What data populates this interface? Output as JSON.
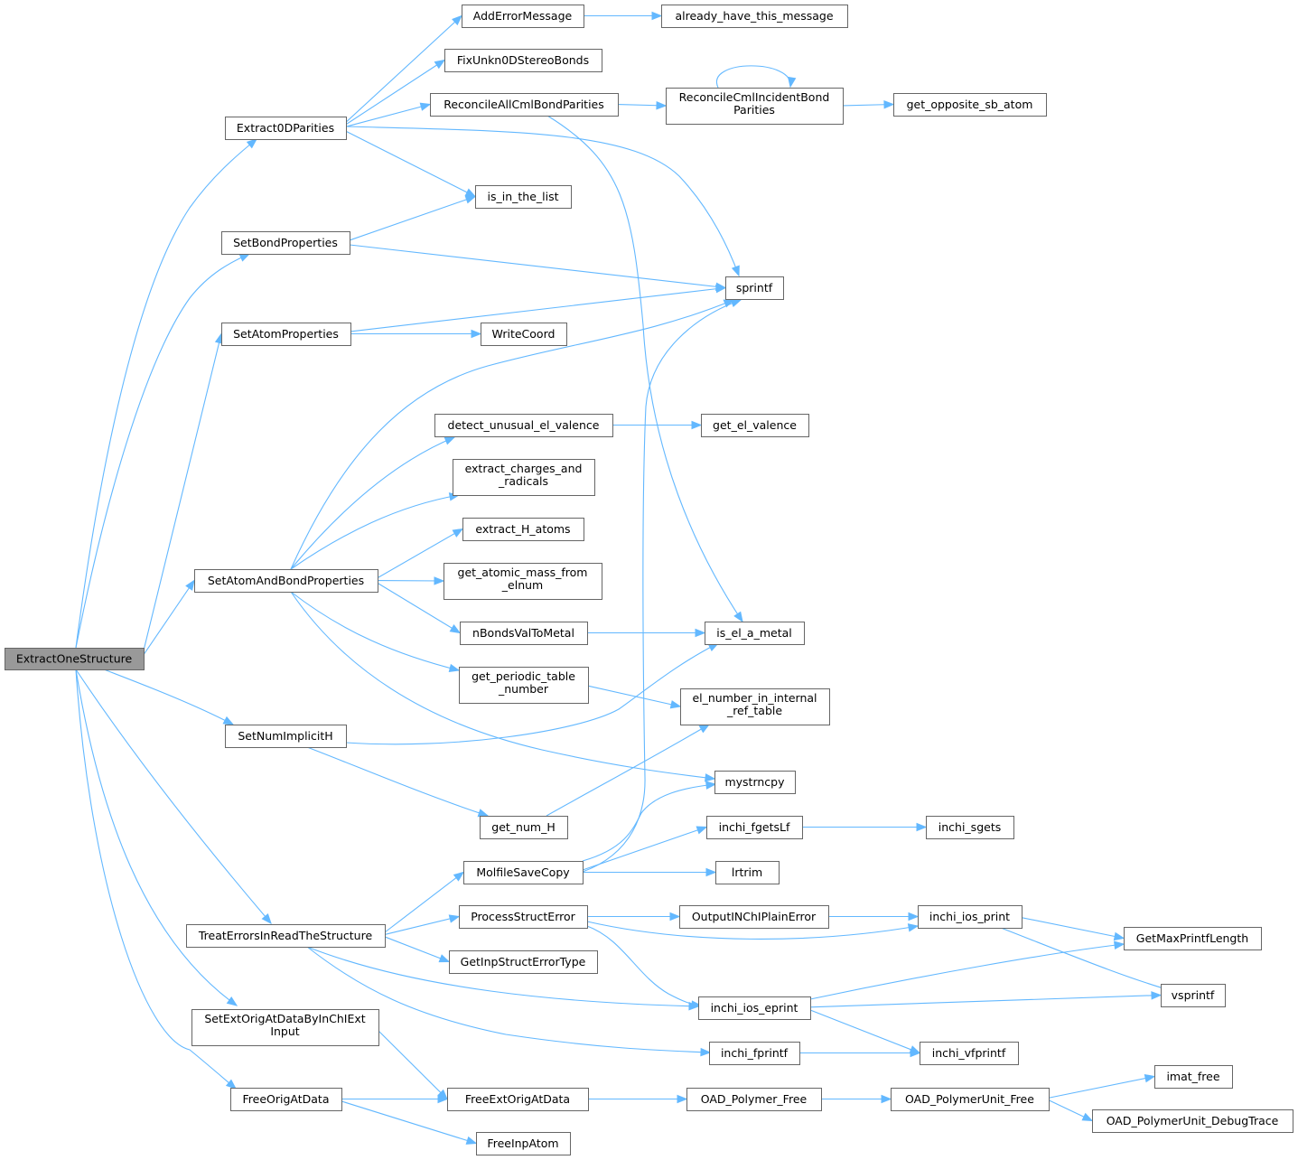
{
  "colors": {
    "edge": "#63b8ff",
    "node_border": "#666666",
    "root_fill": "#999999",
    "node_fill": "#ffffff"
  },
  "nodes": [
    {
      "id": "ExtractOneStructure",
      "lines": [
        "ExtractOneStructure"
      ],
      "root": true
    },
    {
      "id": "Extract0DParities",
      "lines": [
        "Extract0DParities"
      ]
    },
    {
      "id": "AddErrorMessage",
      "lines": [
        "AddErrorMessage"
      ]
    },
    {
      "id": "already_have_this_message",
      "lines": [
        "already_have_this_message"
      ]
    },
    {
      "id": "FixUnkn0DStereoBonds",
      "lines": [
        "FixUnkn0DStereoBonds"
      ]
    },
    {
      "id": "ReconcileAllCmlBondParities",
      "lines": [
        "ReconcileAllCmlBondParities"
      ]
    },
    {
      "id": "ReconcileCmlIncidentBondParities",
      "lines": [
        "ReconcileCmlIncidentBond",
        "Parities"
      ]
    },
    {
      "id": "get_opposite_sb_atom",
      "lines": [
        "get_opposite_sb_atom"
      ]
    },
    {
      "id": "is_in_the_list",
      "lines": [
        "is_in_the_list"
      ]
    },
    {
      "id": "SetBondProperties",
      "lines": [
        "SetBondProperties"
      ]
    },
    {
      "id": "sprintf",
      "lines": [
        "sprintf"
      ]
    },
    {
      "id": "SetAtomProperties",
      "lines": [
        "SetAtomProperties"
      ]
    },
    {
      "id": "WriteCoord",
      "lines": [
        "WriteCoord"
      ]
    },
    {
      "id": "detect_unusual_el_valence",
      "lines": [
        "detect_unusual_el_valence"
      ]
    },
    {
      "id": "get_el_valence",
      "lines": [
        "get_el_valence"
      ]
    },
    {
      "id": "extract_charges_and_radicals",
      "lines": [
        "extract_charges_and",
        "_radicals"
      ]
    },
    {
      "id": "extract_H_atoms",
      "lines": [
        "extract_H_atoms"
      ]
    },
    {
      "id": "SetAtomAndBondProperties",
      "lines": [
        "SetAtomAndBondProperties"
      ]
    },
    {
      "id": "get_atomic_mass_from_elnum",
      "lines": [
        "get_atomic_mass_from",
        "_elnum"
      ]
    },
    {
      "id": "nBondsValToMetal",
      "lines": [
        "nBondsValToMetal"
      ]
    },
    {
      "id": "is_el_a_metal",
      "lines": [
        "is_el_a_metal"
      ]
    },
    {
      "id": "get_periodic_table_number",
      "lines": [
        "get_periodic_table",
        "_number"
      ]
    },
    {
      "id": "el_number_in_internal_ref_table",
      "lines": [
        "el_number_in_internal",
        "_ref_table"
      ]
    },
    {
      "id": "SetNumImplicitH",
      "lines": [
        "SetNumImplicitH"
      ]
    },
    {
      "id": "mystrncpy",
      "lines": [
        "mystrncpy"
      ]
    },
    {
      "id": "get_num_H",
      "lines": [
        "get_num_H"
      ]
    },
    {
      "id": "inchi_fgetsLf",
      "lines": [
        "inchi_fgetsLf"
      ]
    },
    {
      "id": "inchi_sgets",
      "lines": [
        "inchi_sgets"
      ]
    },
    {
      "id": "MolfileSaveCopy",
      "lines": [
        "MolfileSaveCopy"
      ]
    },
    {
      "id": "lrtrim",
      "lines": [
        "lrtrim"
      ]
    },
    {
      "id": "ProcessStructError",
      "lines": [
        "ProcessStructError"
      ]
    },
    {
      "id": "OutputINChIPlainError",
      "lines": [
        "OutputINChIPlainError"
      ]
    },
    {
      "id": "inchi_ios_print",
      "lines": [
        "inchi_ios_print"
      ]
    },
    {
      "id": "TreatErrorsInReadTheStructure",
      "lines": [
        "TreatErrorsInReadTheStructure"
      ]
    },
    {
      "id": "GetMaxPrintfLength",
      "lines": [
        "GetMaxPrintfLength"
      ]
    },
    {
      "id": "GetInpStructErrorType",
      "lines": [
        "GetInpStructErrorType"
      ]
    },
    {
      "id": "vsprintf",
      "lines": [
        "vsprintf"
      ]
    },
    {
      "id": "inchi_ios_eprint",
      "lines": [
        "inchi_ios_eprint"
      ]
    },
    {
      "id": "SetExtOrigAtDataByInChIExtInput",
      "lines": [
        "SetExtOrigAtDataByInChIExt",
        "Input"
      ]
    },
    {
      "id": "inchi_fprintf",
      "lines": [
        "inchi_fprintf"
      ]
    },
    {
      "id": "inchi_vfprintf",
      "lines": [
        "inchi_vfprintf"
      ]
    },
    {
      "id": "imat_free",
      "lines": [
        "imat_free"
      ]
    },
    {
      "id": "FreeOrigAtData",
      "lines": [
        "FreeOrigAtData"
      ]
    },
    {
      "id": "FreeExtOrigAtData",
      "lines": [
        "FreeExtOrigAtData"
      ]
    },
    {
      "id": "OAD_Polymer_Free",
      "lines": [
        "OAD_Polymer_Free"
      ]
    },
    {
      "id": "OAD_PolymerUnit_Free",
      "lines": [
        "OAD_PolymerUnit_Free"
      ]
    },
    {
      "id": "OAD_PolymerUnit_DebugTrace",
      "lines": [
        "OAD_PolymerUnit_DebugTrace"
      ]
    },
    {
      "id": "FreeInpAtom",
      "lines": [
        "FreeInpAtom"
      ]
    }
  ],
  "edges": [
    [
      "ExtractOneStructure",
      "Extract0DParities"
    ],
    [
      "ExtractOneStructure",
      "SetBondProperties"
    ],
    [
      "ExtractOneStructure",
      "SetAtomProperties"
    ],
    [
      "ExtractOneStructure",
      "SetAtomAndBondProperties"
    ],
    [
      "ExtractOneStructure",
      "SetNumImplicitH"
    ],
    [
      "ExtractOneStructure",
      "TreatErrorsInReadTheStructure"
    ],
    [
      "ExtractOneStructure",
      "SetExtOrigAtDataByInChIExtInput"
    ],
    [
      "ExtractOneStructure",
      "FreeOrigAtData"
    ],
    [
      "Extract0DParities",
      "AddErrorMessage"
    ],
    [
      "Extract0DParities",
      "FixUnkn0DStereoBonds"
    ],
    [
      "Extract0DParities",
      "ReconcileAllCmlBondParities"
    ],
    [
      "Extract0DParities",
      "is_in_the_list"
    ],
    [
      "Extract0DParities",
      "sprintf"
    ],
    [
      "AddErrorMessage",
      "already_have_this_message"
    ],
    [
      "ReconcileAllCmlBondParities",
      "ReconcileCmlIncidentBondParities"
    ],
    [
      "ReconcileAllCmlBondParities",
      "is_el_a_metal"
    ],
    [
      "ReconcileCmlIncidentBondParities",
      "ReconcileCmlIncidentBondParities"
    ],
    [
      "ReconcileCmlIncidentBondParities",
      "get_opposite_sb_atom"
    ],
    [
      "SetBondProperties",
      "is_in_the_list"
    ],
    [
      "SetBondProperties",
      "sprintf"
    ],
    [
      "SetAtomProperties",
      "sprintf"
    ],
    [
      "SetAtomProperties",
      "WriteCoord"
    ],
    [
      "SetAtomAndBondProperties",
      "sprintf"
    ],
    [
      "SetAtomAndBondProperties",
      "detect_unusual_el_valence"
    ],
    [
      "SetAtomAndBondProperties",
      "extract_charges_and_radicals"
    ],
    [
      "SetAtomAndBondProperties",
      "extract_H_atoms"
    ],
    [
      "SetAtomAndBondProperties",
      "get_atomic_mass_from_elnum"
    ],
    [
      "SetAtomAndBondProperties",
      "nBondsValToMetal"
    ],
    [
      "SetAtomAndBondProperties",
      "get_periodic_table_number"
    ],
    [
      "SetAtomAndBondProperties",
      "mystrncpy"
    ],
    [
      "detect_unusual_el_valence",
      "get_el_valence"
    ],
    [
      "nBondsValToMetal",
      "is_el_a_metal"
    ],
    [
      "get_periodic_table_number",
      "el_number_in_internal_ref_table"
    ],
    [
      "SetNumImplicitH",
      "is_el_a_metal"
    ],
    [
      "SetNumImplicitH",
      "get_num_H"
    ],
    [
      "get_num_H",
      "el_number_in_internal_ref_table"
    ],
    [
      "MolfileSaveCopy",
      "sprintf"
    ],
    [
      "MolfileSaveCopy",
      "mystrncpy"
    ],
    [
      "MolfileSaveCopy",
      "inchi_fgetsLf"
    ],
    [
      "MolfileSaveCopy",
      "lrtrim"
    ],
    [
      "inchi_fgetsLf",
      "inchi_sgets"
    ],
    [
      "TreatErrorsInReadTheStructure",
      "MolfileSaveCopy"
    ],
    [
      "TreatErrorsInReadTheStructure",
      "ProcessStructError"
    ],
    [
      "TreatErrorsInReadTheStructure",
      "GetInpStructErrorType"
    ],
    [
      "TreatErrorsInReadTheStructure",
      "inchi_ios_eprint"
    ],
    [
      "TreatErrorsInReadTheStructure",
      "inchi_fprintf"
    ],
    [
      "ProcessStructError",
      "OutputINChIPlainError"
    ],
    [
      "ProcessStructError",
      "inchi_ios_print"
    ],
    [
      "ProcessStructError",
      "inchi_ios_eprint"
    ],
    [
      "OutputINChIPlainError",
      "inchi_ios_print"
    ],
    [
      "inchi_ios_print",
      "GetMaxPrintfLength"
    ],
    [
      "inchi_ios_print",
      "vsprintf"
    ],
    [
      "inchi_ios_eprint",
      "GetMaxPrintfLength"
    ],
    [
      "inchi_ios_eprint",
      "vsprintf"
    ],
    [
      "inchi_ios_eprint",
      "inchi_vfprintf"
    ],
    [
      "inchi_fprintf",
      "inchi_vfprintf"
    ],
    [
      "SetExtOrigAtDataByInChIExtInput",
      "FreeExtOrigAtData"
    ],
    [
      "FreeOrigAtData",
      "FreeExtOrigAtData"
    ],
    [
      "FreeOrigAtData",
      "FreeInpAtom"
    ],
    [
      "FreeExtOrigAtData",
      "OAD_Polymer_Free"
    ],
    [
      "OAD_Polymer_Free",
      "OAD_PolymerUnit_Free"
    ],
    [
      "OAD_PolymerUnit_Free",
      "imat_free"
    ],
    [
      "OAD_PolymerUnit_Free",
      "OAD_PolymerUnit_DebugTrace"
    ]
  ]
}
